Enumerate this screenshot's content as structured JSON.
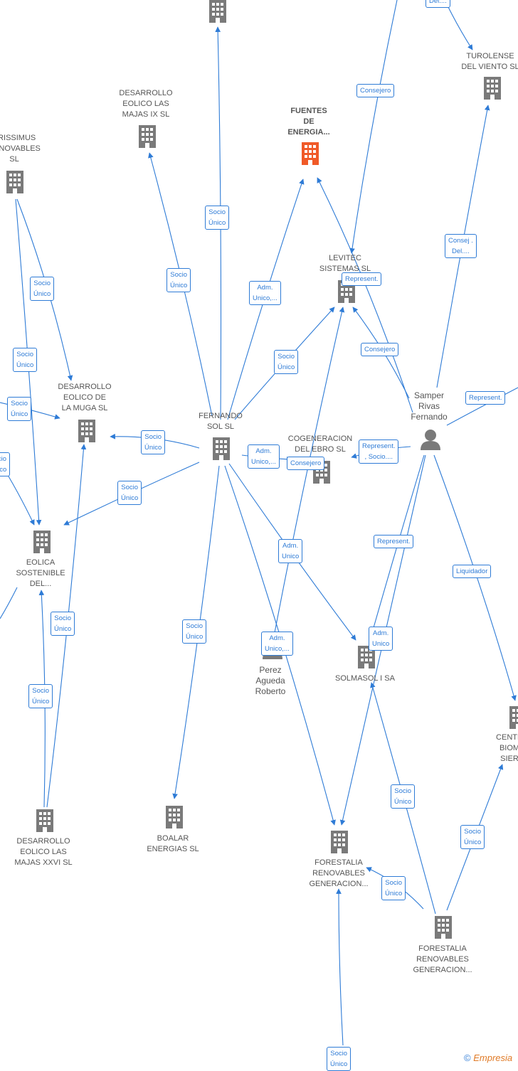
{
  "colors": {
    "edge": "#2e7bd6",
    "building": "#7a7a7a",
    "focus": "#f05a28",
    "person": "#7a7a7a"
  },
  "nodes": {
    "fuentes": "FUENTES\nDE\nENERGIA...",
    "majas_ix": "DESARROLLO\nEOLICO LAS\nMAJAS IX  SL",
    "arissimus": "ARISSIMUS\nRENOVABLES\nSL",
    "levitec": "LEVITEC\nSISTEMAS  SL",
    "turolense": "TUROLENSE\nDEL VIENTO SL",
    "muga": "DESARROLLO\nEOLICO DE\nLA MUGA SL",
    "fernando_sol": "FERNANDO\nSOL SL",
    "cogeneracion": "COGENERACION\nDEL EBRO  SL",
    "samper": "Samper\nRivas\nFernando",
    "eolica_sostenible": "EOLICA\nSOSTENIBLE\nDEL...",
    "perez": "Perez\nAgueda\nRoberto",
    "solmasol": "SOLMASOL I SA",
    "centr": "CENTR\nBIOM\nSIER",
    "majas_xxvi": "DESARROLLO\nEOLICO LAS\nMAJAS XXVI  SL",
    "boalar": "BOALAR\nENERGIAS  SL",
    "forestalia_1": "FORESTALIA\nRENOVABLES\nGENERACION...",
    "forestalia_2": "FORESTALIA\nRENOVABLES\nGENERACION..."
  },
  "edge_labels": {
    "del_top": "Del....",
    "consejero_1": "Consejero",
    "socio_unico_1": "Socio\nÚnico",
    "socio_unico_2": "Socio\nÚnico",
    "adm_unico_1": "Adm.\nUnico,...",
    "represent_1": "Represent.",
    "consej_del": "Consej .\nDel....",
    "socio_unico_3": "Socio\nÚnico",
    "socio_unico_4": "Socio\nÚnico",
    "socio_unico_5": "Socio\nÚnico",
    "consejero_2": "Consejero",
    "represent_2": "Represent.",
    "socio_unico_6": "Socio\nÚnico",
    "socio_unico_7": "Socio\nÚnico",
    "adm_unico_2": "Adm.\nUnico,...",
    "consejero_3": "Consejero",
    "represent_socio": "Represent.\n, Socio....",
    "socio_unico_8": "Socio\nÚnico",
    "socio_unico_9": "Socio\nÚnico",
    "represent_3": "Represent.",
    "adm_unico_3": "Adm.\nUnico",
    "liquidador": "Liquidador",
    "socio_unico_10": "Socio\nÚnico",
    "socio_unico_11": "Socio\nÚnico",
    "adm_unico_4": "Adm.\nUnico,...",
    "adm_unico_5": "Adm.\nUnico",
    "socio_unico_12": "Socio\nÚnico",
    "socio_unico_13": "Socio\nÚnico",
    "socio_unico_14": "Socio\nÚnico",
    "socio_unico_15": "Socio\nÚnico",
    "socio_unico_16": "Socio\nÚnico"
  },
  "footer": {
    "copyright": "©",
    "brand": "Empresia"
  }
}
